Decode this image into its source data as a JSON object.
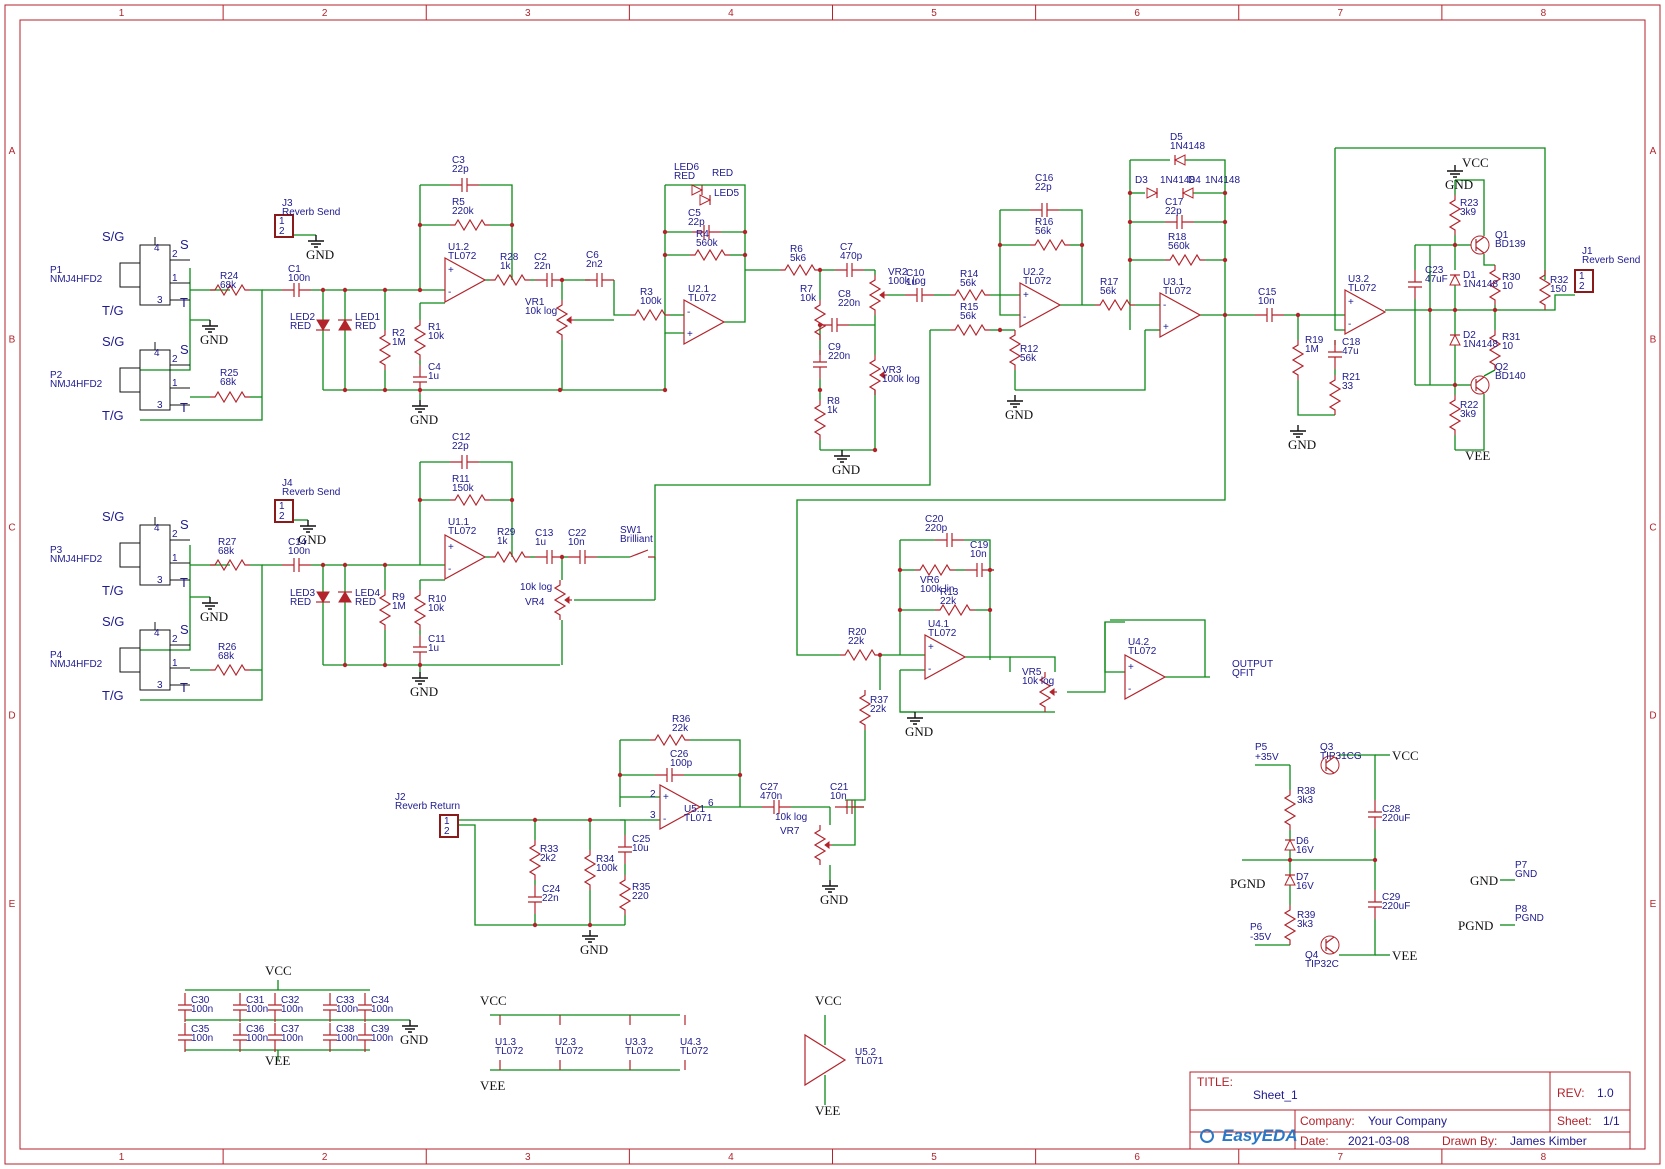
{
  "sheet_title": "Sheet_1",
  "title_block": {
    "title_label": "TITLE:",
    "title_value": "Sheet_1",
    "rev_label": "REV:",
    "rev_value": "1.0",
    "company_label": "Company:",
    "company_value": "Your Company",
    "sheet_label": "Sheet:",
    "sheet_value": "1/1",
    "date_label": "Date:",
    "date_value": "2021-03-08",
    "drawn_label": "Drawn By:",
    "drawn_value": "James Kimber",
    "logo_text": "EasyEDA"
  },
  "frame": {
    "columns": [
      "1",
      "2",
      "3",
      "4",
      "5",
      "6",
      "7",
      "8"
    ],
    "rows": [
      "A",
      "B",
      "C",
      "D",
      "E"
    ]
  },
  "power_labels": {
    "gnd": "GND",
    "pgnd": "PGND",
    "vcc": "VCC",
    "vee": "VEE"
  },
  "jacks": [
    {
      "ref": "P1",
      "part": "NMJ4HFD2",
      "sg": "S/G",
      "s": "S",
      "tg": "T/G",
      "t": "T",
      "pins": [
        "4",
        "2",
        "1",
        "3"
      ]
    },
    {
      "ref": "P2",
      "part": "NMJ4HFD2",
      "sg": "S/G",
      "s": "S",
      "tg": "T/G",
      "t": "T",
      "pins": [
        "4",
        "2",
        "1",
        "3"
      ]
    },
    {
      "ref": "P3",
      "part": "NMJ4HFD2",
      "sg": "S/G",
      "s": "S",
      "tg": "T/G",
      "t": "T",
      "pins": [
        "4",
        "2",
        "1",
        "3"
      ]
    },
    {
      "ref": "P4",
      "part": "NMJ4HFD2",
      "sg": "S/G",
      "s": "S",
      "tg": "T/G",
      "t": "T",
      "pins": [
        "4",
        "2",
        "1",
        "3"
      ]
    }
  ],
  "components": [
    {
      "id": "r24",
      "ref": "R24",
      "value": "68k"
    },
    {
      "id": "r25",
      "ref": "R25",
      "value": "68k"
    },
    {
      "id": "r27",
      "ref": "R27",
      "value": "68k"
    },
    {
      "id": "r26",
      "ref": "R26",
      "value": "68k"
    },
    {
      "id": "j3",
      "ref": "J3",
      "value": "Reverb Send"
    },
    {
      "id": "j4",
      "ref": "J4",
      "value": "Reverb Send"
    },
    {
      "id": "c1",
      "ref": "C1",
      "value": "100n"
    },
    {
      "id": "c14",
      "ref": "C14",
      "value": "100n"
    },
    {
      "id": "led2",
      "ref": "LED2",
      "value": "RED"
    },
    {
      "id": "led1",
      "ref": "LED1",
      "value": "RED"
    },
    {
      "id": "led3",
      "ref": "LED3",
      "value": "RED"
    },
    {
      "id": "led4",
      "ref": "LED4",
      "value": "RED"
    },
    {
      "id": "r2",
      "ref": "R2",
      "value": "1M"
    },
    {
      "id": "r9",
      "ref": "R9",
      "value": "1M"
    },
    {
      "id": "c3",
      "ref": "C3",
      "value": "22p"
    },
    {
      "id": "r5",
      "ref": "R5",
      "value": "220k"
    },
    {
      "id": "u12",
      "ref": "U1.2",
      "value": "TL072"
    },
    {
      "id": "r1",
      "ref": "R1",
      "value": "10k"
    },
    {
      "id": "c4",
      "ref": "C4",
      "value": "1u"
    },
    {
      "id": "r28",
      "ref": "R28",
      "value": "1k"
    },
    {
      "id": "c2",
      "ref": "C2",
      "value": "22n"
    },
    {
      "id": "c6",
      "ref": "C6",
      "value": "2n2"
    },
    {
      "id": "vr1",
      "ref": "VR1",
      "value": "10k log"
    },
    {
      "id": "r3",
      "ref": "R3",
      "value": "100k"
    },
    {
      "id": "led6",
      "ref": "LED6",
      "value": "RED"
    },
    {
      "id": "led5",
      "ref": "LED5",
      "value": "RED"
    },
    {
      "id": "c5",
      "ref": "C5",
      "value": "22p"
    },
    {
      "id": "r4",
      "ref": "R4",
      "value": "560k"
    },
    {
      "id": "u21",
      "ref": "U2.1",
      "value": "TL072"
    },
    {
      "id": "r6",
      "ref": "R6",
      "value": "5k6"
    },
    {
      "id": "c7",
      "ref": "C7",
      "value": "470p"
    },
    {
      "id": "r7",
      "ref": "R7",
      "value": "10k"
    },
    {
      "id": "c8",
      "ref": "C8",
      "value": "220n"
    },
    {
      "id": "c9",
      "ref": "C9",
      "value": "220n"
    },
    {
      "id": "r8",
      "ref": "R8",
      "value": "1k"
    },
    {
      "id": "vr2",
      "ref": "VR2",
      "value": "100k log"
    },
    {
      "id": "vr3",
      "ref": "VR3",
      "value": "100k log"
    },
    {
      "id": "c10",
      "ref": "C10",
      "value": "1u"
    },
    {
      "id": "r14",
      "ref": "R14",
      "value": "56k"
    },
    {
      "id": "r15",
      "ref": "R15",
      "value": "56k"
    },
    {
      "id": "c16",
      "ref": "C16",
      "value": "22p"
    },
    {
      "id": "r16",
      "ref": "R16",
      "value": "56k"
    },
    {
      "id": "u22",
      "ref": "U2.2",
      "value": "TL072"
    },
    {
      "id": "r12",
      "ref": "R12",
      "value": "56k"
    },
    {
      "id": "r17",
      "ref": "R17",
      "value": "56k"
    },
    {
      "id": "d5",
      "ref": "D5",
      "value": "1N4148"
    },
    {
      "id": "d3",
      "ref": "D3",
      "value": "1N4148"
    },
    {
      "id": "d4",
      "ref": "D4",
      "value": "1N4148"
    },
    {
      "id": "c17",
      "ref": "C17",
      "value": "22p"
    },
    {
      "id": "r18",
      "ref": "R18",
      "value": "560k"
    },
    {
      "id": "u31",
      "ref": "U3.1",
      "value": "TL072"
    },
    {
      "id": "c15",
      "ref": "C15",
      "value": "10n"
    },
    {
      "id": "r19",
      "ref": "R19",
      "value": "1M"
    },
    {
      "id": "u32",
      "ref": "U3.2",
      "value": "TL072"
    },
    {
      "id": "c18",
      "ref": "C18",
      "value": "47u"
    },
    {
      "id": "r21",
      "ref": "R21",
      "value": "33"
    },
    {
      "id": "c23",
      "ref": "C23",
      "value": "47uF"
    },
    {
      "id": "r23",
      "ref": "R23",
      "value": "3k9"
    },
    {
      "id": "r22",
      "ref": "R22",
      "value": "3k9"
    },
    {
      "id": "d1",
      "ref": "D1",
      "value": "1N4148"
    },
    {
      "id": "d2",
      "ref": "D2",
      "value": "1N4148"
    },
    {
      "id": "q1",
      "ref": "Q1",
      "value": "BD139"
    },
    {
      "id": "q2",
      "ref": "Q2",
      "value": "BD140"
    },
    {
      "id": "r30",
      "ref": "R30",
      "value": "10"
    },
    {
      "id": "r31",
      "ref": "R31",
      "value": "10"
    },
    {
      "id": "r32",
      "ref": "R32",
      "value": "150"
    },
    {
      "id": "j1",
      "ref": "J1",
      "value": "Reverb Send"
    },
    {
      "id": "c12",
      "ref": "C12",
      "value": "22p"
    },
    {
      "id": "r11",
      "ref": "R11",
      "value": "150k"
    },
    {
      "id": "u11",
      "ref": "U1.1",
      "value": "TL072"
    },
    {
      "id": "r10",
      "ref": "R10",
      "value": "10k"
    },
    {
      "id": "c11",
      "ref": "C11",
      "value": "1u"
    },
    {
      "id": "r29",
      "ref": "R29",
      "value": "1k"
    },
    {
      "id": "c13",
      "ref": "C13",
      "value": "1u"
    },
    {
      "id": "c22",
      "ref": "C22",
      "value": "10n"
    },
    {
      "id": "sw1",
      "ref": "SW1",
      "value": "Brilliant"
    },
    {
      "id": "vr4",
      "ref": "VR4",
      "value": "10k log"
    },
    {
      "id": "c20",
      "ref": "C20",
      "value": "220p"
    },
    {
      "id": "c19",
      "ref": "C19",
      "value": "10n"
    },
    {
      "id": "vr6",
      "ref": "VR6",
      "value": "100k lin"
    },
    {
      "id": "r13",
      "ref": "R13",
      "value": "22k"
    },
    {
      "id": "u41",
      "ref": "U4.1",
      "value": "TL072"
    },
    {
      "id": "r20",
      "ref": "R20",
      "value": "22k"
    },
    {
      "id": "vr5",
      "ref": "VR5",
      "value": "10k log"
    },
    {
      "id": "u42",
      "ref": "U4.2",
      "value": "TL072"
    },
    {
      "id": "r37",
      "ref": "R37",
      "value": "22k"
    },
    {
      "id": "r36",
      "ref": "R36",
      "value": "22k"
    },
    {
      "id": "c26",
      "ref": "C26",
      "value": "100p"
    },
    {
      "id": "u51",
      "ref": "U5.1",
      "value": "TL071"
    },
    {
      "id": "c27",
      "ref": "C27",
      "value": "470n"
    },
    {
      "id": "vr7",
      "ref": "VR7",
      "value": "10k log"
    },
    {
      "id": "c21",
      "ref": "C21",
      "value": "10n"
    },
    {
      "id": "j2",
      "ref": "J2",
      "value": "Reverb Return"
    },
    {
      "id": "r33",
      "ref": "R33",
      "value": "2k2"
    },
    {
      "id": "c24",
      "ref": "C24",
      "value": "22n"
    },
    {
      "id": "r34",
      "ref": "R34",
      "value": "100k"
    },
    {
      "id": "c25",
      "ref": "C25",
      "value": "10u"
    },
    {
      "id": "r35",
      "ref": "R35",
      "value": "220"
    },
    {
      "id": "p5",
      "ref": "P5",
      "value": "+35V"
    },
    {
      "id": "q3",
      "ref": "Q3",
      "value": "TIP31CG"
    },
    {
      "id": "r38",
      "ref": "R38",
      "value": "3k3"
    },
    {
      "id": "d6",
      "ref": "D6",
      "value": "16V"
    },
    {
      "id": "d7",
      "ref": "D7",
      "value": "16V"
    },
    {
      "id": "r39",
      "ref": "R39",
      "value": "3k3"
    },
    {
      "id": "p6",
      "ref": "P6",
      "value": "-35V"
    },
    {
      "id": "q4",
      "ref": "Q4",
      "value": "TIP32C"
    },
    {
      "id": "c28",
      "ref": "C28",
      "value": "220uF"
    },
    {
      "id": "c29",
      "ref": "C29",
      "value": "220uF"
    },
    {
      "id": "p7",
      "ref": "P7",
      "value": "GND"
    },
    {
      "id": "p8",
      "ref": "P8",
      "value": "PGND"
    },
    {
      "id": "u52",
      "ref": "U5.2",
      "value": "TL071"
    },
    {
      "id": "u13",
      "ref": "U1.3",
      "value": "TL072"
    },
    {
      "id": "u23",
      "ref": "U2.3",
      "value": "TL072"
    },
    {
      "id": "u33",
      "ref": "U3.3",
      "value": "TL072"
    },
    {
      "id": "u43",
      "ref": "U4.3",
      "value": "TL072"
    },
    {
      "id": "c30",
      "ref": "C30",
      "value": "100n"
    },
    {
      "id": "c31",
      "ref": "C31",
      "value": "100n"
    },
    {
      "id": "c32",
      "ref": "C32",
      "value": "100n"
    },
    {
      "id": "c33",
      "ref": "C33",
      "value": "100n"
    },
    {
      "id": "c34",
      "ref": "C34",
      "value": "100n"
    },
    {
      "id": "c35",
      "ref": "C35",
      "value": "100n"
    },
    {
      "id": "c36",
      "ref": "C36",
      "value": "100n"
    },
    {
      "id": "c37",
      "ref": "C37",
      "value": "100n"
    },
    {
      "id": "c38",
      "ref": "C38",
      "value": "100n"
    },
    {
      "id": "c39",
      "ref": "C39",
      "value": "100n"
    }
  ],
  "net_labels": {
    "output": "OUTPUT",
    "output2": "QFIT"
  }
}
